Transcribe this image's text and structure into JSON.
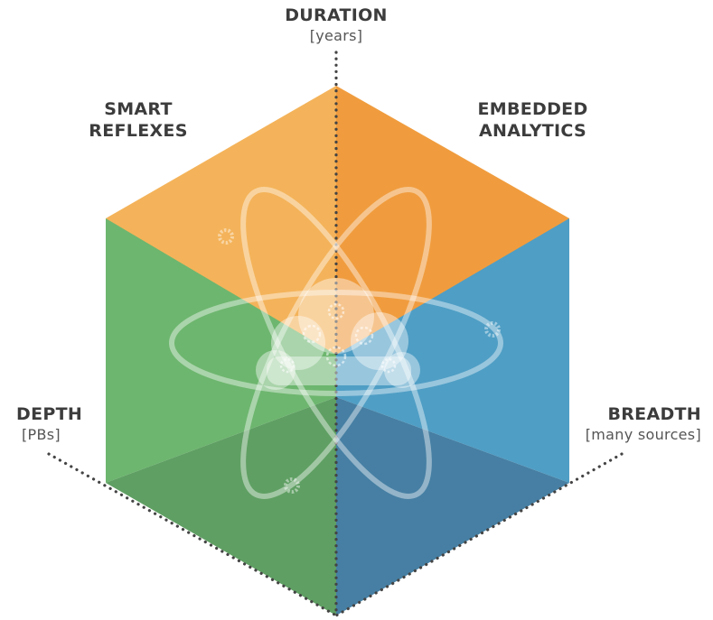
{
  "axes": {
    "duration": {
      "title": "DURATION",
      "unit": "[years]"
    },
    "depth": {
      "title": "DEPTH",
      "unit": "[PBs]"
    },
    "breadth": {
      "title": "BREADTH",
      "unit": "[many sources]"
    }
  },
  "regions": {
    "smart_reflexes": {
      "line1": "SMART",
      "line2": "REFLEXES"
    },
    "embedded_analytics": {
      "line1": "EMBEDDED",
      "line2": "ANALYTICS"
    }
  },
  "colors": {
    "top_left": "#f4b35a",
    "top_right": "#f09c3e",
    "left_upper": "#6db66f",
    "left_lower": "#5c9f60",
    "right_upper": "#4f9ec5",
    "right_lower": "#467fa3",
    "axis_dots": "#444444",
    "text": "#3c3c3c"
  },
  "icons": [
    "atom-orbit-icon",
    "gear-cloud-icon",
    "gear-icon"
  ]
}
